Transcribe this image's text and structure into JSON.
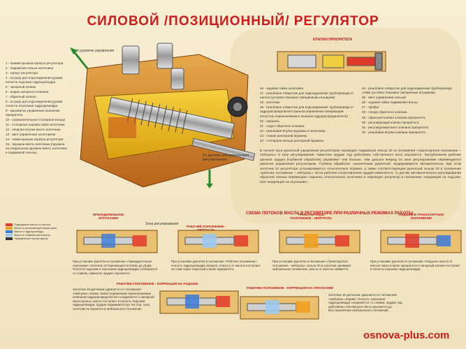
{
  "title": "СИЛОВОЙ /ПОЗИЦИОННЫЙ/ РЕГУЛЯТОР",
  "footer": "osnova-plus.com",
  "labels": {
    "to_handle": "К рукоятке управления",
    "from_sensor": "От датчика автоматического регулирования",
    "priority_valve": "КЛАПАН ПРИОРИТЕТА",
    "zone": "Зона регулирования"
  },
  "legend_left": [
    "1 - правая крышка корпуса регулятора",
    "2 - подвижная гильза золотника",
    "3 - корпус регулятора",
    "4 - штуцер для подсоединения рукава полости подъема гидроцилиндра",
    "5 - запорный клапан",
    "6 - шарик запорного клапана",
    "7 - обратный клапан",
    "8 - штуцер для подсоединения рукава полости опускания гидроцилиндра",
    "9 - маховичок управления клапаном приоритета",
    "10 - ограничительное стопорное кольцо",
    "11 - стопорные шарики гайки золотника",
    "12 - опорная втулка винта золотника",
    "13 - винт управления золотником",
    "14 - левая крышка корпуса регулятора",
    "15 - пружина винта золотника (пружина на спиральном пружине винта золотника и подвижной гильзы)"
  ],
  "legend_mid": [
    "16 - ходовая гайка золотника",
    "17 - резьбовое отверстие для подсоединения трубопровода от насоса (условно показано смещенным штуцером)",
    "18 - золотник",
    "19 - резьбовое отверстие для подсоединения трубопровода от гидрораспределителя (канала управления запирающей полостью переключаемого клапана гидрораспределителя)",
    "20 - поршень",
    "21 - седло обратного клапана",
    "22 - резьбовая втулка пружины и золотника",
    "23 - стакан распорной пружины",
    "23 - стопорное кольцо распорной пружины"
  ],
  "legend_right": [
    "24 - резьбовое отверстие для подсоединения трубопровода слива (условно показано смещенным штуцером)",
    "25 - винт управления гильзой",
    "26 - ходовая гайка подвижной гильзы",
    "27 - пробка",
    "28 - гнездо обратного клапана",
    "29 - обратный клапан клапана приоритета",
    "30 - регулируемый клапан приоритета",
    "31 - регулируемый винт клапана приоритета",
    "32 - резьбовая втулка клапана приоритета"
  ],
  "intro_text": "В начале пути рукояткой управления регулятором переводят подвижную гильзу 20 из положения «транспортное положение – нейтраль» в зону регулирования. Навесное орудие под действием собственного веса опускается. Заглублением рабочих органов орудия (глубиной обработки) управляют тем больше, чем дальше вперед по зоне регулирования перемещается рукоятка управления регулятором. Глубина обработки, назначенная рукояткой, выдерживается автоматически, при этом золотник 12 регулятора устанавливается относительно поршня, а также соответствующая рукояткой гильза 20 в положение «рабочее положение – нейтраль». Если рабочее сопротивление орудия изменяется, то датчик автоматического регулирования обратной связью перемещает поршень относительно золотника и переводят регулятор в положение «коррекция на подъем» или «коррекция на опускание».",
  "schema_title": "СХЕМА ПОТОКОВ МАСЛА В РЕГУЛЯТОРЕ ПРИ РАЗЛИЧНЫХ РЕЖИМАХ РАБОТЫ",
  "modes": [
    {
      "title": "ПРИНУДИТЕЛЬНОЕ ОПУСКАНИЕ"
    },
    {
      "title": "РАБОЧЕЕ ПОЛОЖЕНИЕ - НЕЙТРАЛЬ"
    },
    {
      "title": "ТРАНСПОРТНОЕ ПОЛОЖЕНИЕ - НЕЙТРАЛЬ"
    },
    {
      "title": "ПОДЪЕМ В ТРАНСПОРТНОЕ ПОЛОЖЕНИЕ"
    }
  ],
  "correction_up": "РАБОЧЕЕ ПОЛОЖЕНИЕ - КОРРЕКЦИЯ НА ПОДЪЕМ",
  "correction_down": "РАБОЧЕЕ ПОЛОЖЕНИЕ - КОРРЕКЦИЯ НА ОПУСКАНИЕ",
  "mini_legend": [
    {
      "label": "Подводимое масло от насоса",
      "color": "#e23a2a"
    },
    {
      "label": "Масло в поступающей магистрали",
      "color": "#f0a020"
    },
    {
      "label": "Масло к гидроцилиндру",
      "color": "#3a7ad8"
    },
    {
      "label": "Масло в сливной магистрали",
      "color": "#9ac8f0"
    },
    {
      "label": "Направление потока масла",
      "color": "#333333"
    }
  ],
  "cap1": "При установке рукоятки в положение «Принудительное опускание» золотник 18 перемещается влево до упора. Полости подъема и опускания гидроцилиндра сообщаются со сливом, навесное орудие опускается.",
  "cap2": "При установке рукоятки в положение «Рабочее положение» полость гидроцилиндра заперта, а масло от насоса поступает на слив через открытый клапан приоритета.",
  "cap3": "При установке рукоятки в положение «Транспортное положение - нейтраль» гильза 20 и золотник занимают нейтральное положение, масло от насоса сливается.",
  "cap4": "При установке рукоятки в положение «Подъем» масло от насоса через клапан приоритета и запорный клапан поступает в полость подъема гидроцилиндра.",
  "cap_up": "Золотник 18 датчиком сдвигается от положения «нейтраль» влево. Канал управления переключаемым клапаном гидрораспределителя соединяется с напорной магистралью, масло поступает в полость подъема гидроцилиндра, орудие поднимается до тех пор, пока золотник не вернется в нейтральное положение.",
  "cap_down": "Золотник 18 датчиком сдвигается от положения «нейтраль» вправо. Полость опускания гидроцилиндра соединяется со сливом, орудие под действием собственного веса опускается до восстановления нейтрального положения."
}
